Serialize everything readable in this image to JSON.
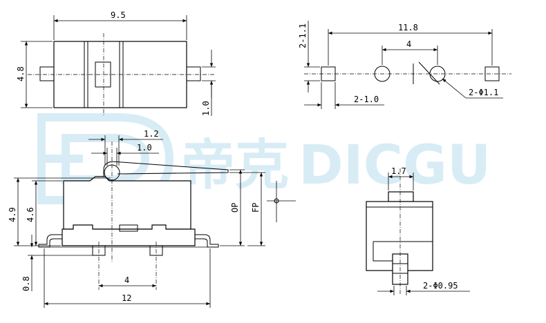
{
  "watermark": {
    "chinese": "帝克",
    "latin": "DICGU",
    "color": "#d8ecf6"
  },
  "top_view": {
    "width_label": "9.5",
    "height_label": "4.8",
    "pin_label": "1.0"
  },
  "pcb_layout": {
    "overall_label": "11.8",
    "pitch_label": "4",
    "pad_vert_label": "2-1.1",
    "pad_horiz_label": "2-1.0",
    "hole_label": "2-Φ1.1"
  },
  "side_view": {
    "dim_1_2": "1.2",
    "dim_1_0": "1.0",
    "height_4_9": "4.9",
    "height_4_6": "4.6",
    "op_label": "OP",
    "fp_label": "FP",
    "pin_len_label": "0.8",
    "pin_pitch_label": "4",
    "overall_label": "12"
  },
  "end_view": {
    "actuator_label": "1.7",
    "pin_dia_label": "2-Φ0.95"
  }
}
